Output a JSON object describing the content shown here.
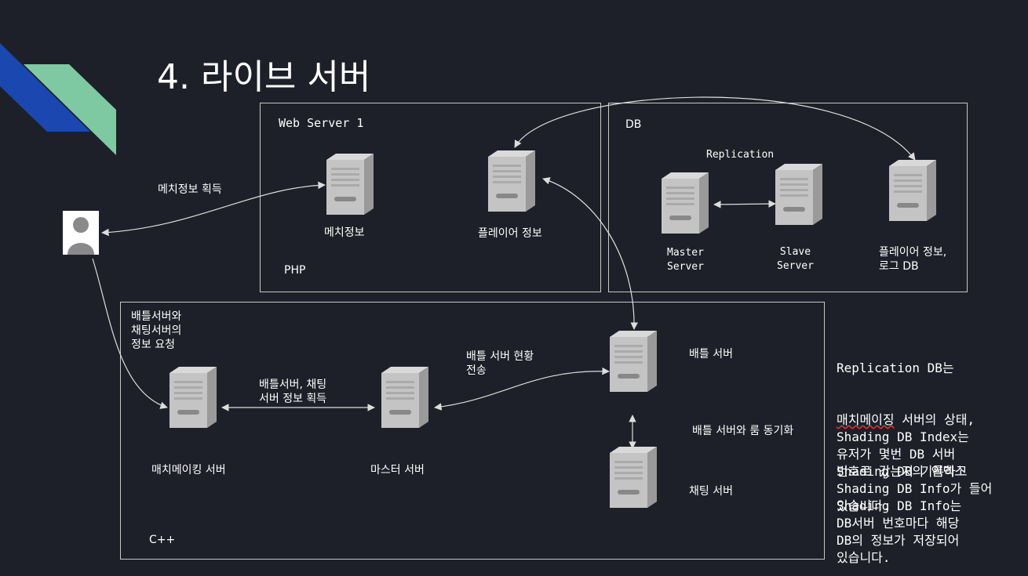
{
  "slide": {
    "title": "4. 라이브 서버",
    "colors": {
      "background": "#1d2028",
      "blue": "#1a48b0",
      "green": "#7fc9a2"
    }
  },
  "web_box": {
    "title": "Web Server 1",
    "lang": "PHP",
    "match_server": "메치정보",
    "player_server": "플레이어 정보"
  },
  "db_box": {
    "title": "DB",
    "replication_label": "Replication",
    "master": "Master\nServer",
    "slave": "Slave\nServer",
    "player_db": "플레이어 정보,\n로그 DB"
  },
  "cpp_box": {
    "lang": "C++",
    "matchmaking": "매치메이킹 서버",
    "master": "마스터 서버",
    "battle": "배틀 서버",
    "chat": "채팅 서버"
  },
  "edges": {
    "match_info": "메치정보 획득",
    "request": "배틀서버와\n채팅서버의\n정보 요청",
    "acquire": "배틀서버, 채팅\n서버 정보 획득",
    "status": "배틀 서버 현황\n전송",
    "sync": "배틀 서버와 룸 동기화"
  },
  "notes": {
    "n1_l1": "Replication DB는",
    "n1_l2a": "매치메이징",
    "n1_l2b": " 서버의 상태,",
    "n1_l3": "Shading DB의 인덱스\nShading DB Info가 들어\n있습니다.",
    "n2": "Shading DB Index는\n유저가 몇번 DB 서버\n번호로 갔는지 기록하고",
    "n3": "Shading DB Info는\nDB서버 번호마다 해당\nDB의 정보가 저장되어\n있습니다."
  },
  "icons": [
    "user-icon",
    "server-icon"
  ]
}
